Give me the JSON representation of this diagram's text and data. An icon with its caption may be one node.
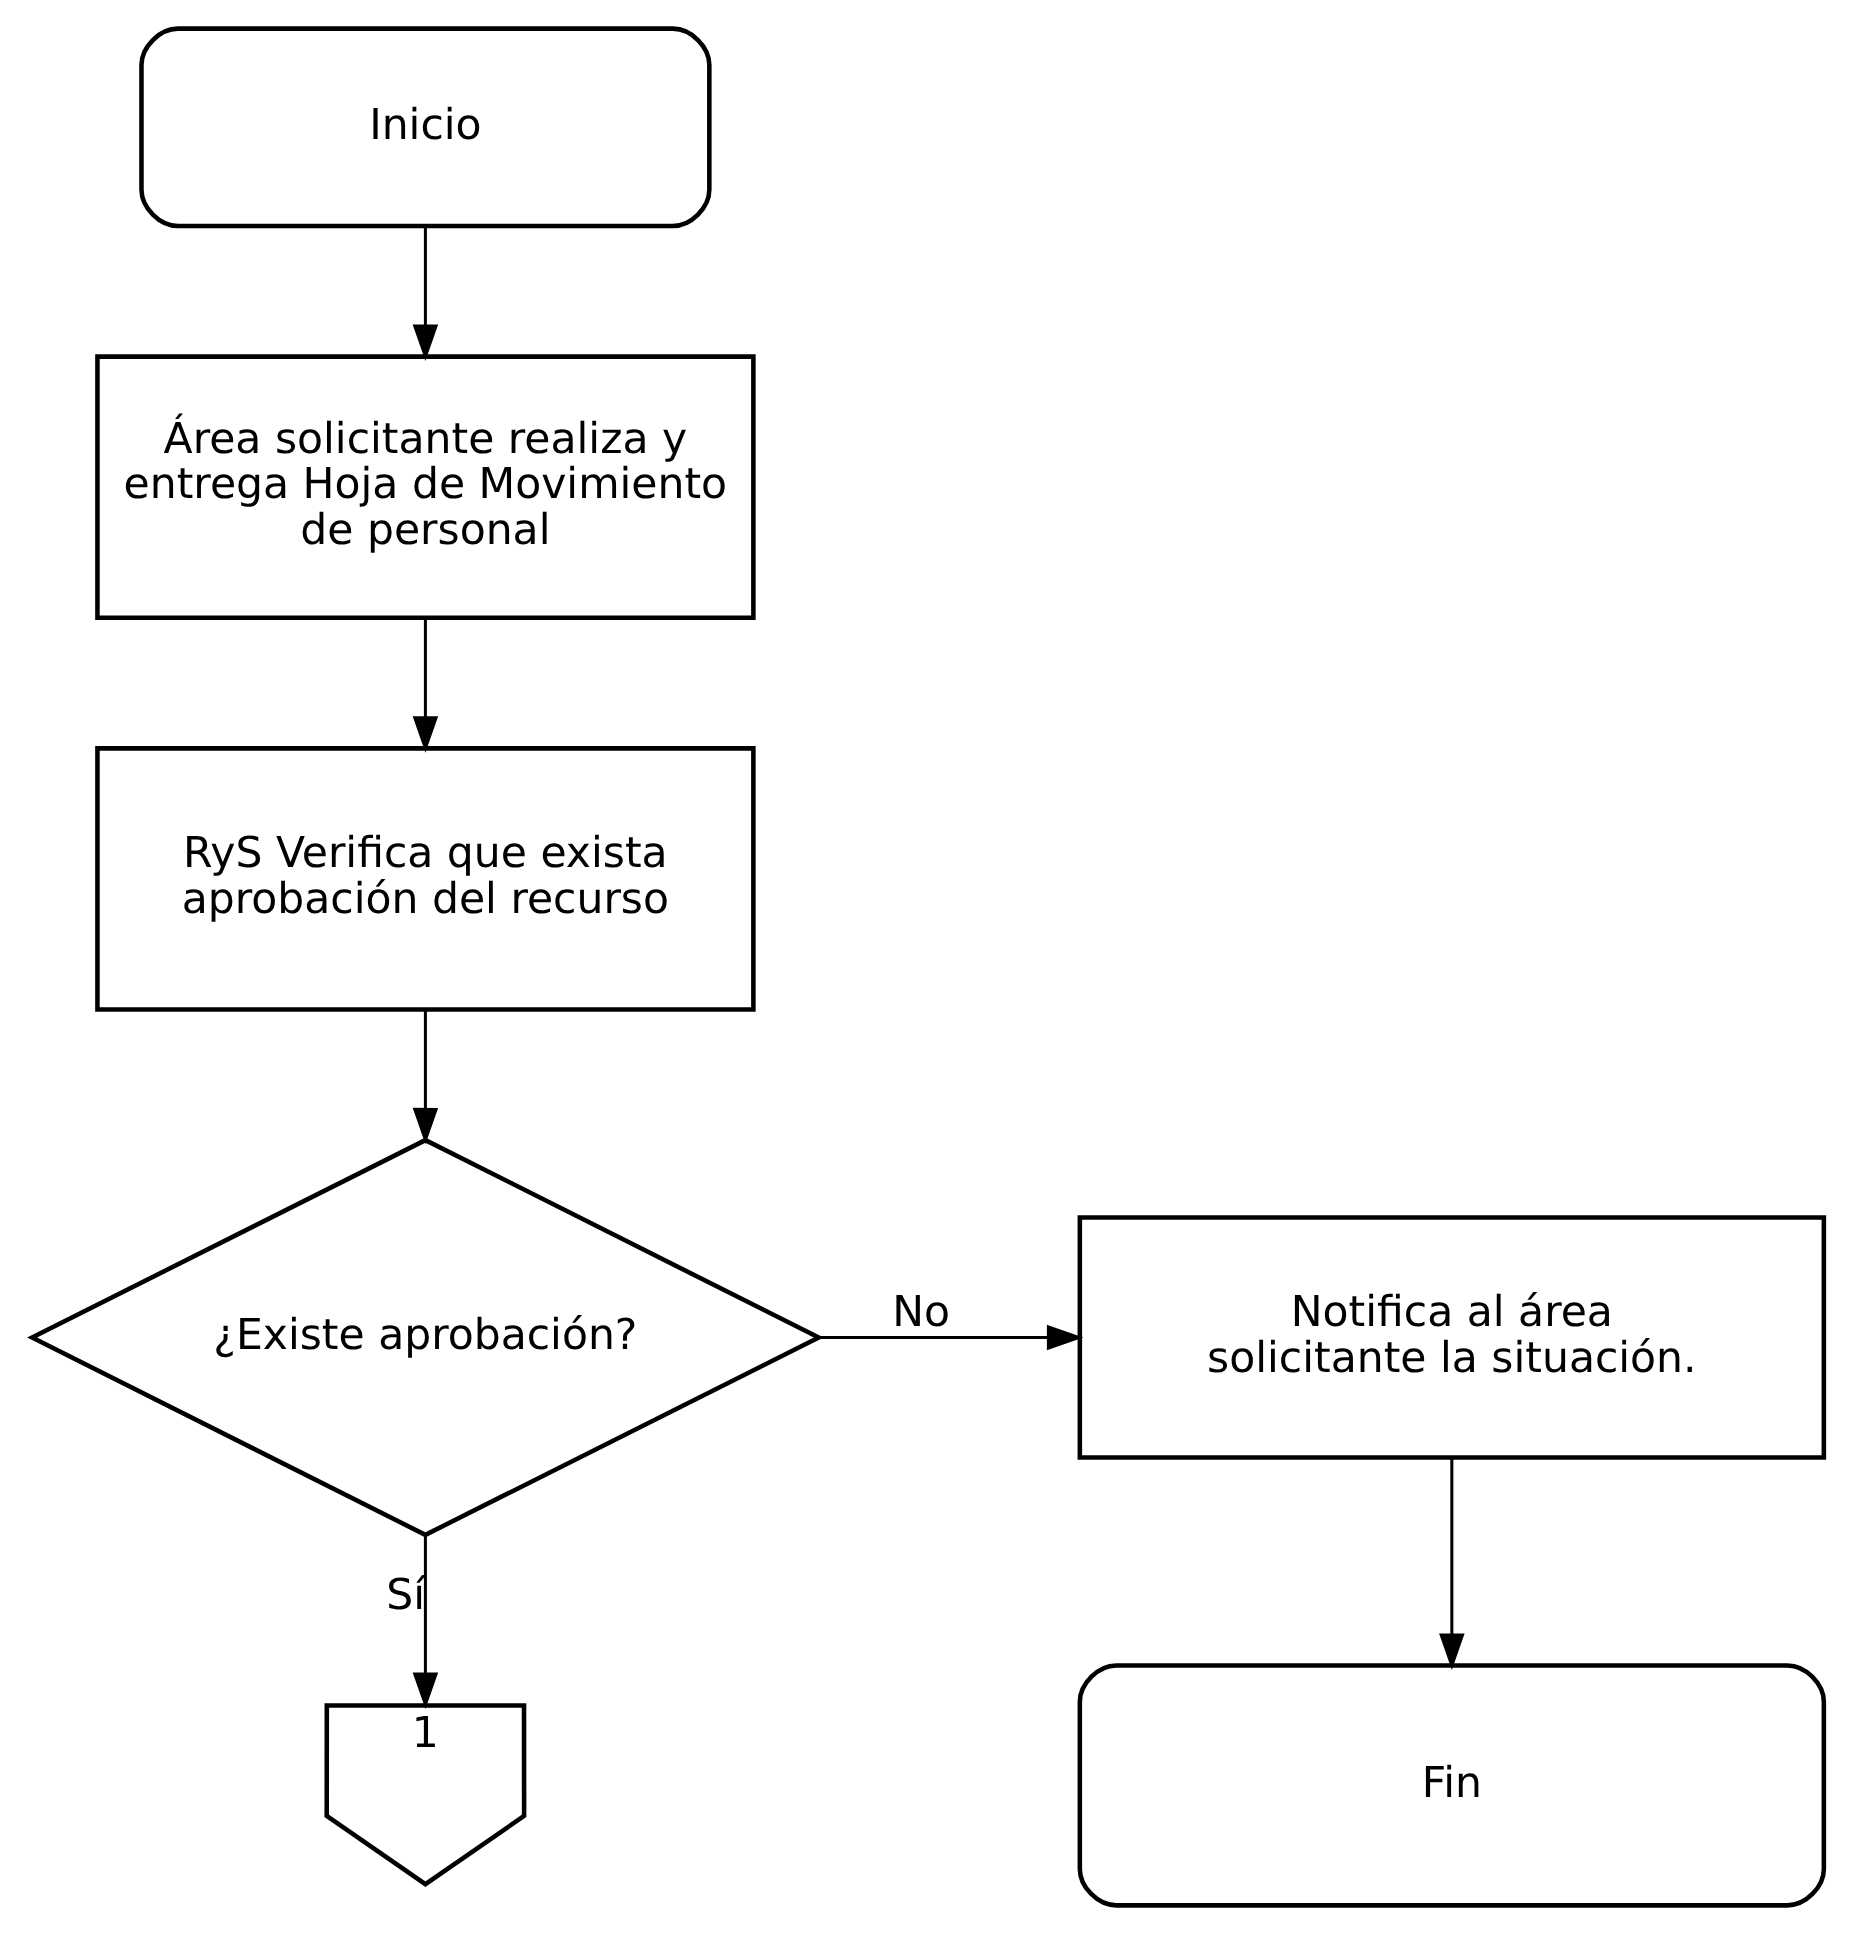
{
  "diagram": {
    "nodes": [
      {
        "text": [
          "Inicio"
        ]
      },
      {
        "text": [
          "Área solicitante realiza y entrega Hoja de Movimiento de personal"
        ]
      },
      {
        "text": [
          "RyS Verifica que exista aprobación del recurso"
        ]
      },
      {
        "text": [
          "¿Existe aprobación?"
        ]
      },
      {
        "text": [
          "Notifica al área solicitante la situación."
        ]
      },
      {
        "text": [
          "1"
        ]
      },
      {
        "text": [
          "Fin"
        ]
      }
    ],
    "edges": [
      {
        "from": 0,
        "to": 1,
        "arrow": "to"
      },
      {
        "from": 1,
        "to": 2,
        "arrow": "to"
      },
      {
        "from": 2,
        "to": 3,
        "arrow": "to"
      },
      {
        "from": 3,
        "to": 4,
        "arrow": "to",
        "label": "No"
      },
      {
        "from": 3,
        "to": 5,
        "arrow": "to",
        "label": "Sí"
      },
      {
        "from": 4,
        "to": 6,
        "arrow": "to"
      }
    ]
  }
}
